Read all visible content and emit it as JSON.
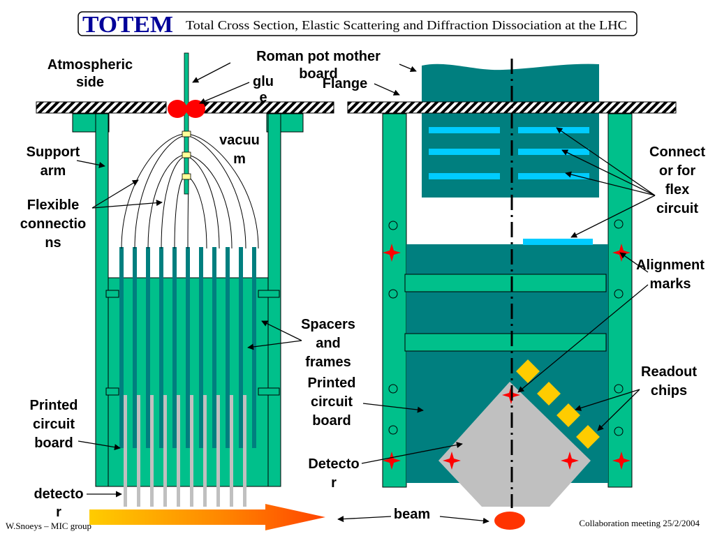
{
  "header": {
    "logo_text": "TOTEM",
    "title": "Total Cross Section, Elastic Scattering and Diffraction Dissociation at the LHC"
  },
  "labels": {
    "atmospheric_side_1": "Atmospheric",
    "atmospheric_side_2": "side",
    "roman_pot_1": "Roman pot mother",
    "roman_pot_2": "board",
    "glue_1": "glu",
    "glue_2": "e",
    "flange": "Flange",
    "vacuum_1": "vacuu",
    "vacuum_2": "m",
    "support_arm_1": "Support",
    "support_arm_2": "arm",
    "flexible_1": "Flexible",
    "flexible_2": "connectio",
    "flexible_3": "ns",
    "spacers_1": "Spacers",
    "spacers_2": "and",
    "spacers_3": "frames",
    "pcb_center_1": "Printed",
    "pcb_center_2": "circuit",
    "pcb_center_3": "board",
    "pcb_left_1": "Printed",
    "pcb_left_2": "circuit",
    "pcb_left_3": "board",
    "detector_left_1": "detecto",
    "detector_left_2": "r",
    "detector_center_1": "Detecto",
    "detector_center_2": "r",
    "beam": "beam",
    "connector_1": "Connect",
    "connector_2": "or for",
    "connector_3": "flex",
    "connector_4": "circuit",
    "alignment_1": "Alignment",
    "alignment_2": "marks",
    "readout_1": "Readout",
    "readout_2": "chips"
  },
  "footer": {
    "left": "W.Snoeys – MIC group",
    "right": "Collaboration meeting 25/2/2004"
  },
  "colors": {
    "teal_dark": "#007f7f",
    "teal_light": "#00c08b",
    "cyan": "#00ccff",
    "grey": "#c0c0c0",
    "red": "#ff0000",
    "yellow": "#ffcc00",
    "logo_blue": "#000099"
  }
}
